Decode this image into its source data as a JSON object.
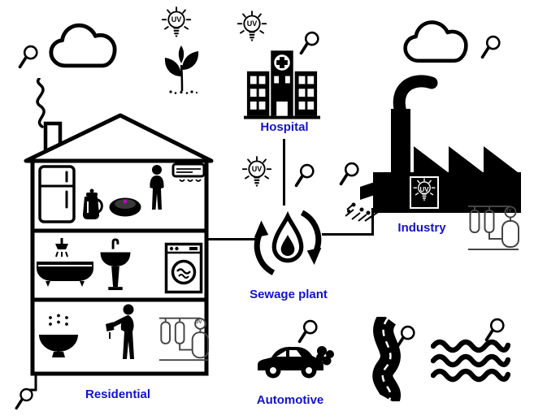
{
  "labels": {
    "hospital": "Hospital",
    "residential": "Residential",
    "industry": "Industry",
    "sewage_plant": "Sewage plant",
    "automotive": "Automotive"
  },
  "uv_label": "UV",
  "colors": {
    "label_blue": "#1313cb",
    "icon_black": "#000000",
    "vacuum_dot_pink": "#cc00cc",
    "background": "#ffffff"
  },
  "icons": {
    "magnifier": "magnifying-glass outline",
    "cloud": "outlined cumulus cloud",
    "uv_lamp": "light bulb with rays and UV text",
    "seedling": "sprouting plant with soil specks",
    "hospital_building": "black hospital with cross emblem and white windows",
    "house": "three-storey outlined house with roof and chimney",
    "chimney_smoke": "wavy smoke line",
    "refrigerator": "outlined fridge",
    "kettle": "black kettle",
    "robot_vacuum": "robot vacuum disc with pink dot",
    "person": "standing person silhouette",
    "air_conditioner": "AC unit with airflow waves",
    "bathtub_shower": "black bathtub with shower spray",
    "pedestal_sink": "black pedestal sink",
    "washing_machine": "outlined washer with round door",
    "steaming_bowl": "black bowl with steam dots",
    "person_drinking": "person silhouette holding cup",
    "water_filter_uv": "water purifier with tanks and UV bulb",
    "sewage_recycle_drop": "water drop inside circular recycle arrows",
    "factory": "black factory with sawtooth roof, smokestack and discharge",
    "car_exhaust": "black car with exhaust puff",
    "winding_road": "curved road with dashed centerline",
    "water_waves": "three wavy water lines"
  },
  "connections": [
    {
      "from": "residential",
      "to": "sewage_plant"
    },
    {
      "from": "hospital",
      "to": "sewage_plant"
    },
    {
      "from": "industry",
      "to": "sewage_plant"
    }
  ]
}
